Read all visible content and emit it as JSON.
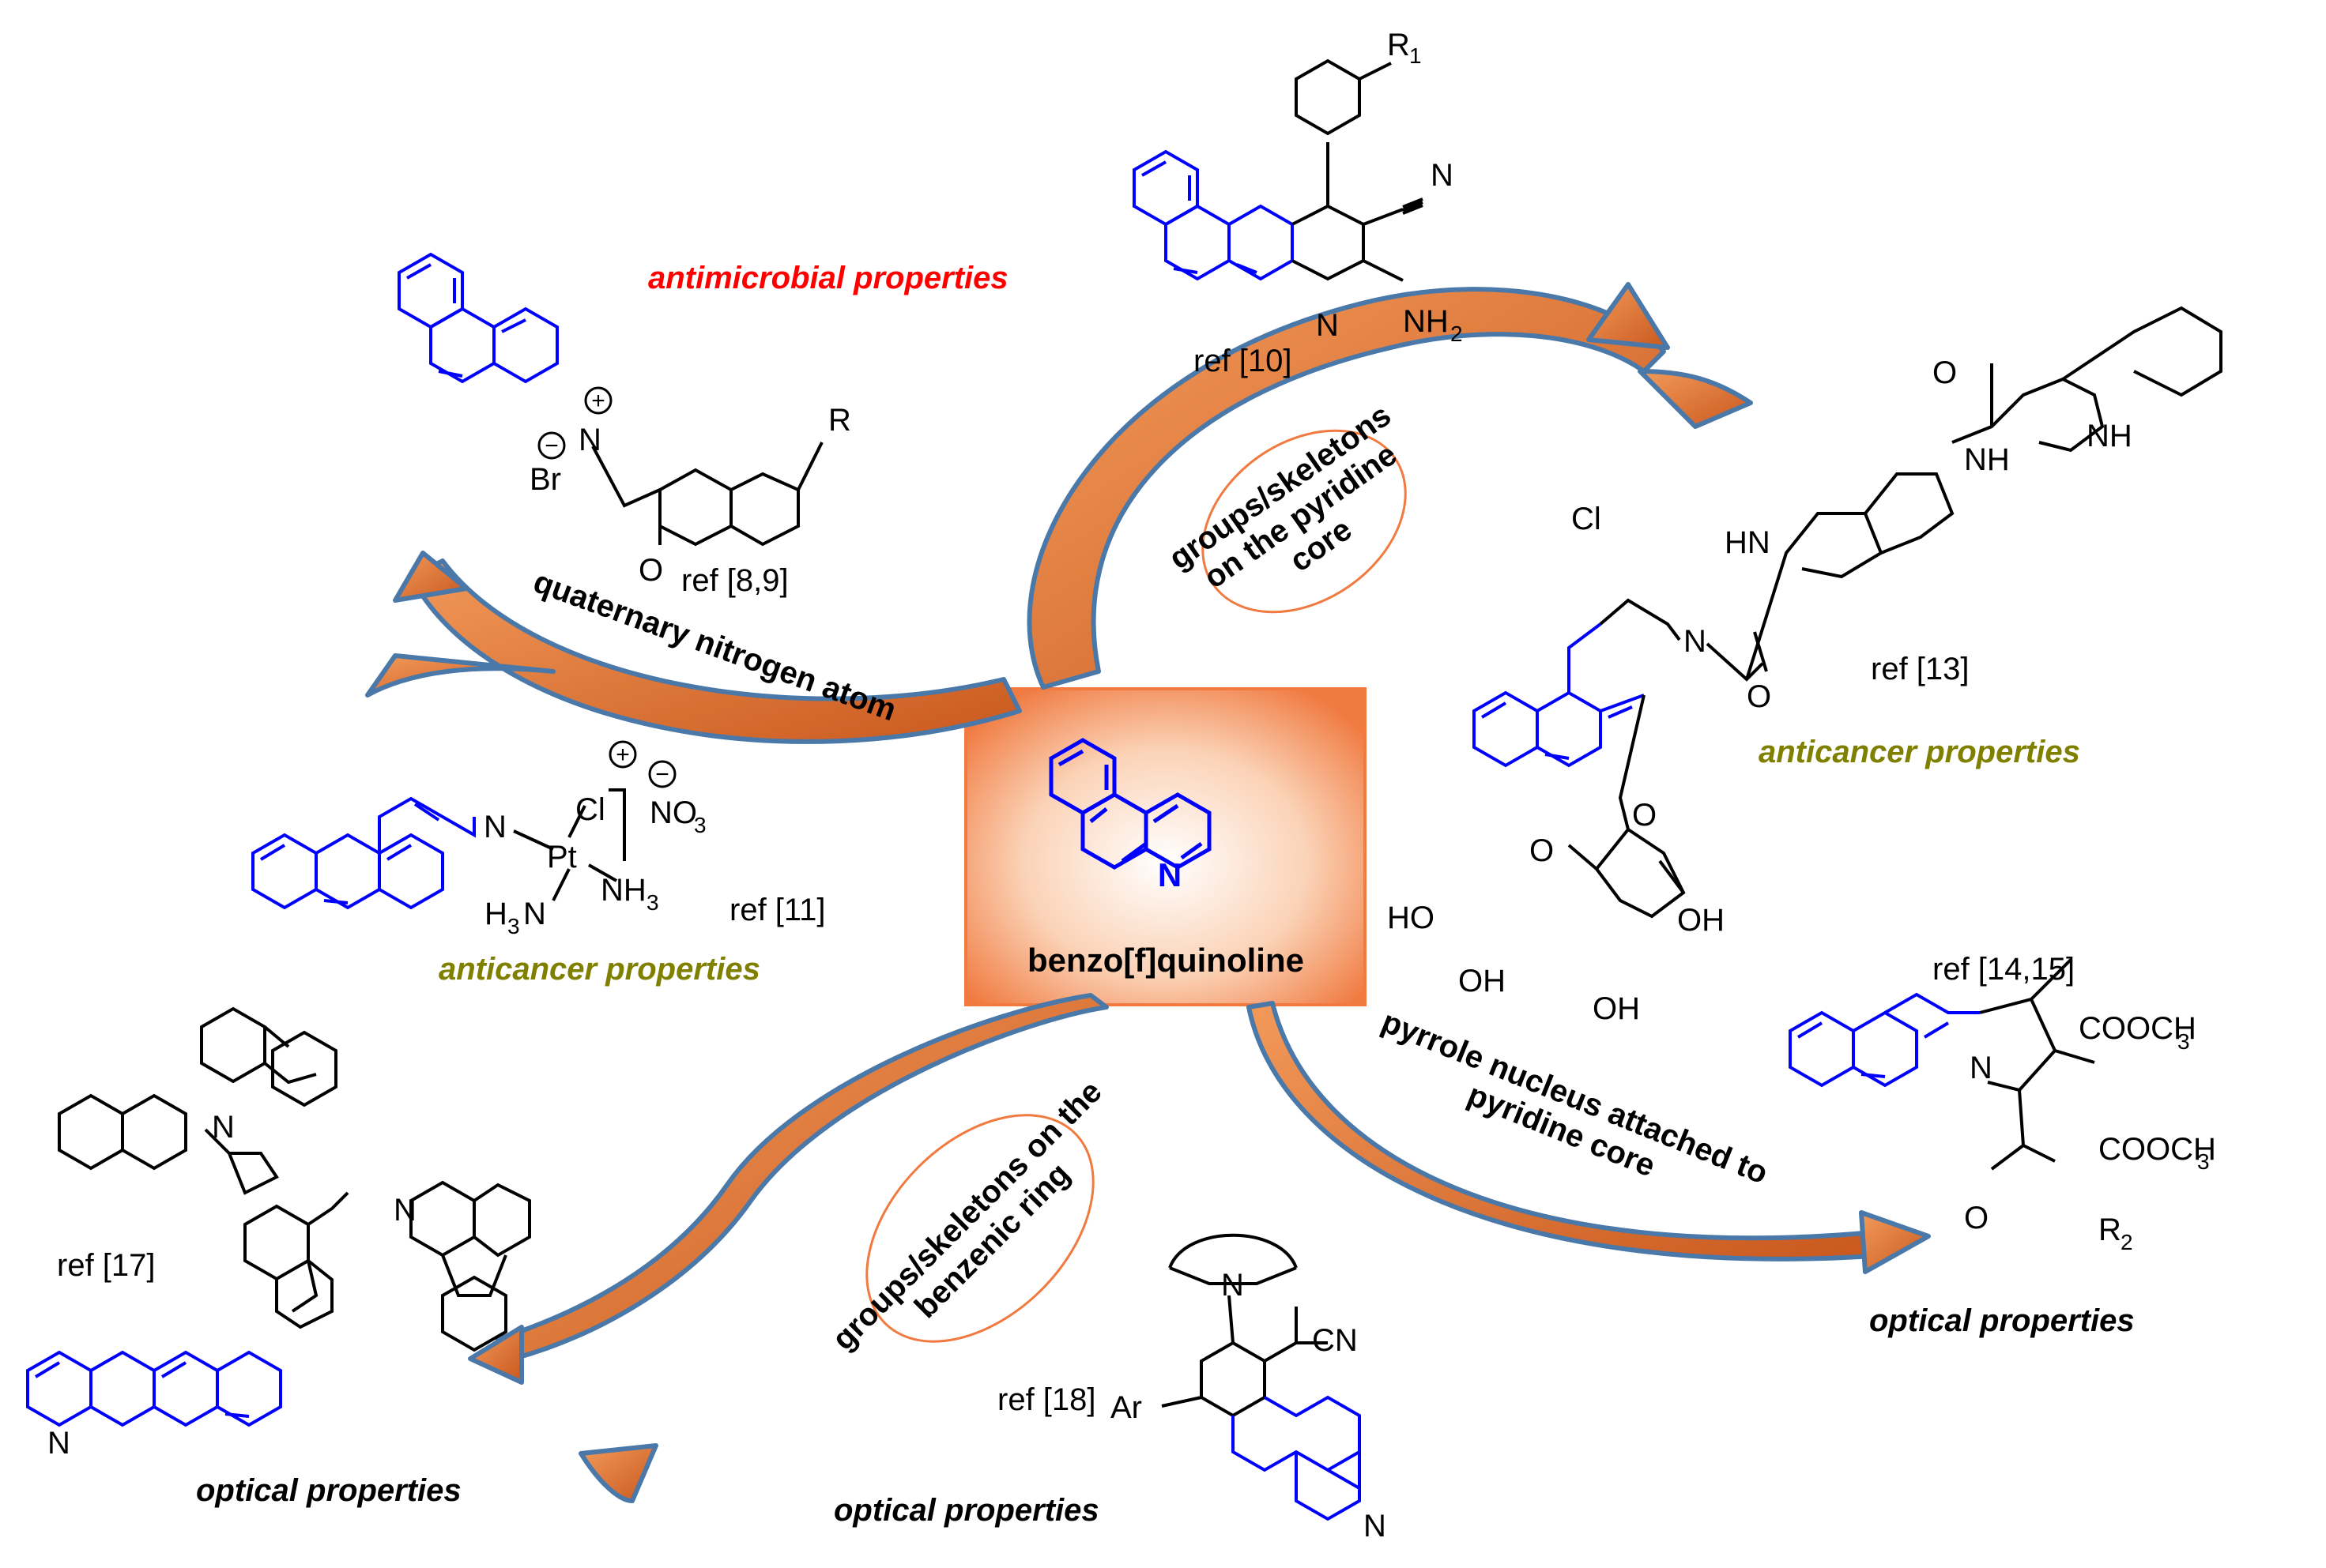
{
  "center": {
    "label": "benzo[f]quinoline",
    "atom_n": "N"
  },
  "pathways": {
    "pyridine_core": [
      "groups/skeletons",
      "on the pyridine",
      "core"
    ],
    "quaternary": "quaternary nitrogen atom",
    "benzenic": [
      "groups/skeletons on the",
      "benzenic ring"
    ],
    "pyrrole": [
      "pyrrole nucleus attached to",
      "pyridine core"
    ]
  },
  "properties": {
    "antimicrobial": "antimicrobial properties",
    "anticancer_left": "anticancer properties",
    "anticancer_right": "anticancer properties",
    "optical_left": "optical properties",
    "optical_bottom": "optical properties",
    "optical_right": "optical properties"
  },
  "refs": {
    "r10": "ref [10]",
    "r8_9": "ref [8,9]",
    "r11": "ref [11]",
    "r13": "ref [13]",
    "r14_15": "ref [14,15]",
    "r17": "ref [17]",
    "r18": "ref [18]"
  },
  "atoms": {
    "R1": "R",
    "R1_sub": "1",
    "N_cn": "N",
    "N_py": "N",
    "NH2": "NH",
    "NH2_sub": "2",
    "R": "R",
    "Br": "Br",
    "N_plus": "N",
    "O_ketone": "O",
    "Cl_pt": "Cl",
    "Pt": "Pt",
    "NH3_a": "NH",
    "NH3_a_sub": "3",
    "H3N": "H",
    "H3N_sub": "3",
    "H3N_N": "N",
    "NO3": "NO",
    "NO3_sub": "3",
    "plus": "+",
    "minus": "−",
    "NH_indole": "NH",
    "NH_amide": "NH",
    "HN_indole": "HN",
    "O_amide1": "O",
    "O_amide2": "O",
    "Cl_ring": "Cl",
    "N_ring": "N",
    "O_glyc": "O",
    "O_sugar": "O",
    "OH1": "OH",
    "OH2": "OH",
    "OH3": "OH",
    "HO": "HO",
    "COOCH3_1": "COOCH",
    "COOCH3_1_sub": "3",
    "COOCH3_2": "COOCH",
    "COOCH3_2_sub": "3",
    "N_pyrrole": "N",
    "O_r2": "O",
    "R2": "R",
    "R2_sub": "2",
    "N_carb1": "N",
    "N_carb2": "N",
    "N_q17": "N",
    "N_amine": "N",
    "CN": "CN",
    "Ar": "Ar",
    "N_q18": "N"
  },
  "colors": {
    "ring_blue": "#0000ff",
    "arrow_orange": "#e07030",
    "arrow_outline": "#4a78a8",
    "antimicrobial_red": "#ff0000",
    "anticancer_olive": "#808000",
    "center_box": "#f5a070"
  }
}
